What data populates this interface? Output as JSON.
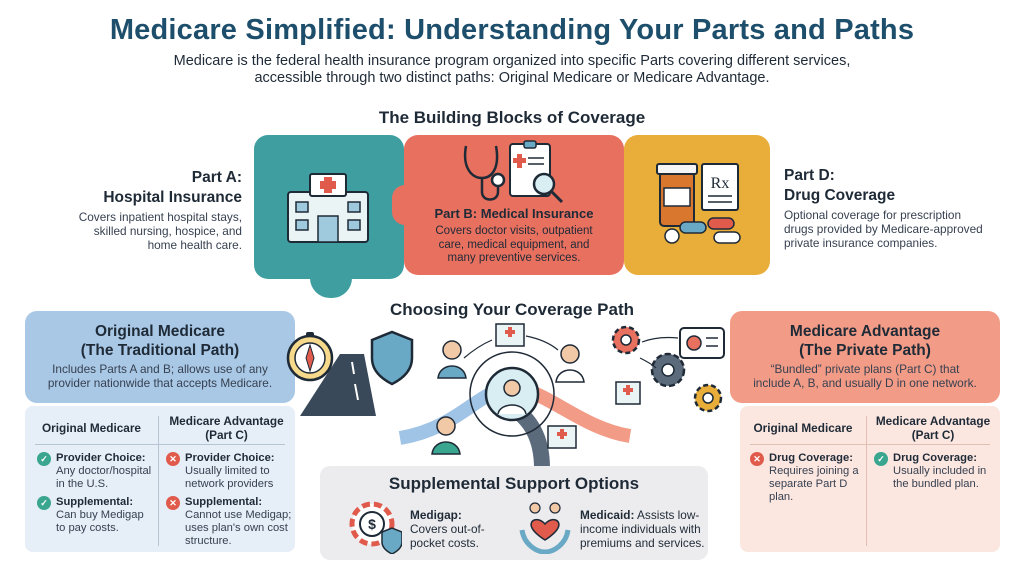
{
  "header": {
    "title": "Medicare Simplified: Understanding Your Parts and Paths",
    "subtitle_line1": "Medicare is the federal health insurance program organized into specific Parts covering different services,",
    "subtitle_line2": "accessible through two distinct paths: Original Medicare or Medicare Advantage."
  },
  "building_blocks": {
    "heading": "The Building Blocks of Coverage",
    "part_a": {
      "title_line1": "Part A:",
      "title_line2": "Hospital Insurance",
      "desc_line1": "Covers inpatient hospital stays,",
      "desc_line2": "skilled nursing, hospice, and",
      "desc_line3": "home health care.",
      "icon": "hospital-icon"
    },
    "part_b": {
      "title": "Part B: Medical Insurance",
      "desc_line1": "Covers doctor visits, outpatient",
      "desc_line2": "care, medical equipment, and",
      "desc_line3": "many preventive services.",
      "icon": "stethoscope-icon"
    },
    "part_d": {
      "title_line1": "Part D:",
      "title_line2": "Drug Coverage",
      "desc_line1": "Optional coverage for prescription",
      "desc_line2": "drugs provided by Medicare-approved",
      "desc_line3": "private insurance companies.",
      "icon": "pill-bottle-icon"
    }
  },
  "path": {
    "heading": "Choosing Your Coverage Path",
    "original": {
      "title_line1": "Original Medicare",
      "title_line2": "(The Traditional Path)",
      "desc_line1": "Includes Parts A and B; allows use of any",
      "desc_line2": "provider nationwide that accepts Medicare."
    },
    "advantage": {
      "title_line1": "Medicare Advantage",
      "title_line2": "(The Private Path)",
      "desc_line1": "“Bundled” private plans (Part C) that",
      "desc_line2": "include A, B, and usually D in one network."
    }
  },
  "left_table": {
    "col1": "Original Medicare",
    "col2_line1": "Medicare Advantage",
    "col2_line2": "(Part C)",
    "rows": [
      {
        "l_head": "Provider Choice:",
        "l_line1": "Any doctor/hospital",
        "l_line2": "in the U.S.",
        "l_line3": "",
        "r_head": "Provider Choice:",
        "r_line1": "Usually limited to",
        "r_line2": "network providers",
        "r_line3": ""
      },
      {
        "l_head": "Supplemental:",
        "l_line1": "Can buy Medigap",
        "l_line2": "to pay costs.",
        "l_line3": "",
        "r_head": "Supplemental:",
        "r_line1": "Cannot use Medigap;",
        "r_line2": "uses plan's own cost",
        "r_line3": "structure."
      }
    ]
  },
  "right_table": {
    "col1": "Original Medicare",
    "col2_line1": "Medicare Advantage",
    "col2_line2": "(Part C)",
    "l_head": "Drug Coverage:",
    "l_line1": "Requires joining a",
    "l_line2": "separate Part D",
    "l_line3": "plan.",
    "r_head": "Drug Coverage:",
    "r_line1": "Usually included in",
    "r_line2": "the bundled plan."
  },
  "supplemental": {
    "heading": "Supplemental Support Options",
    "medigap": {
      "head": "Medigap:",
      "line1": "Covers out-of-",
      "line2": "pocket costs.",
      "icon": "money-shield-icon"
    },
    "medicaid": {
      "head": "Medicaid:",
      "line1_rest": "Assists low-",
      "line2": "income individuals with",
      "line3": "premiums and services.",
      "icon": "caring-hands-icon"
    }
  },
  "colors": {
    "teal": "#3f9ea0",
    "coral": "#e8705f",
    "gold": "#e9ad3a",
    "blue_panel": "#a9c8e6",
    "salmon_panel": "#f29b86",
    "navy": "#1d4e6b"
  }
}
